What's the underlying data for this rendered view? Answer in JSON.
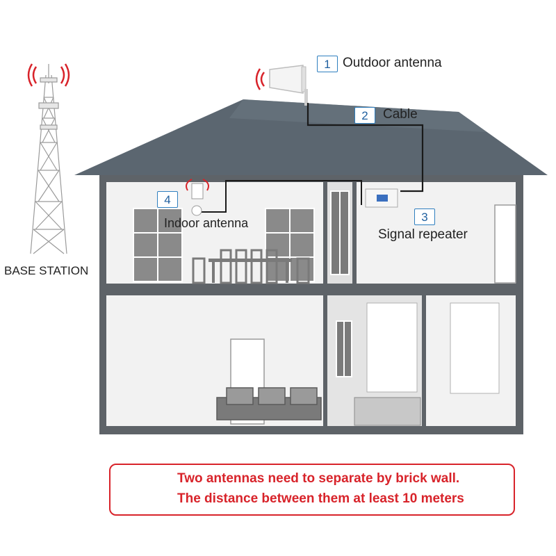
{
  "labels": {
    "outdoor_antenna": {
      "number": "1",
      "text": "Outdoor antenna"
    },
    "cable": {
      "number": "2",
      "text": "Cable"
    },
    "signal_repeater": {
      "number": "3",
      "text": "Signal repeater"
    },
    "indoor_antenna": {
      "number": "4",
      "text": "Indoor antenna"
    },
    "base_station": "BASE STATION"
  },
  "warning": {
    "line1": "Two antennas need to separate by brick wall.",
    "line2": "The distance between them at least 10 meters"
  },
  "colors": {
    "roof": "#5b6670",
    "house_wall": "#5e6368",
    "room_interior": "#f2f2f2",
    "furniture": "#7a7a7a",
    "cable": "#1a1a1a",
    "signal_red": "#d8232a",
    "label_blue": "#2f7fbf",
    "tower": "#9a9a9a"
  },
  "icons": [
    "warning-triangle-icon",
    "signal-waves-icon"
  ]
}
